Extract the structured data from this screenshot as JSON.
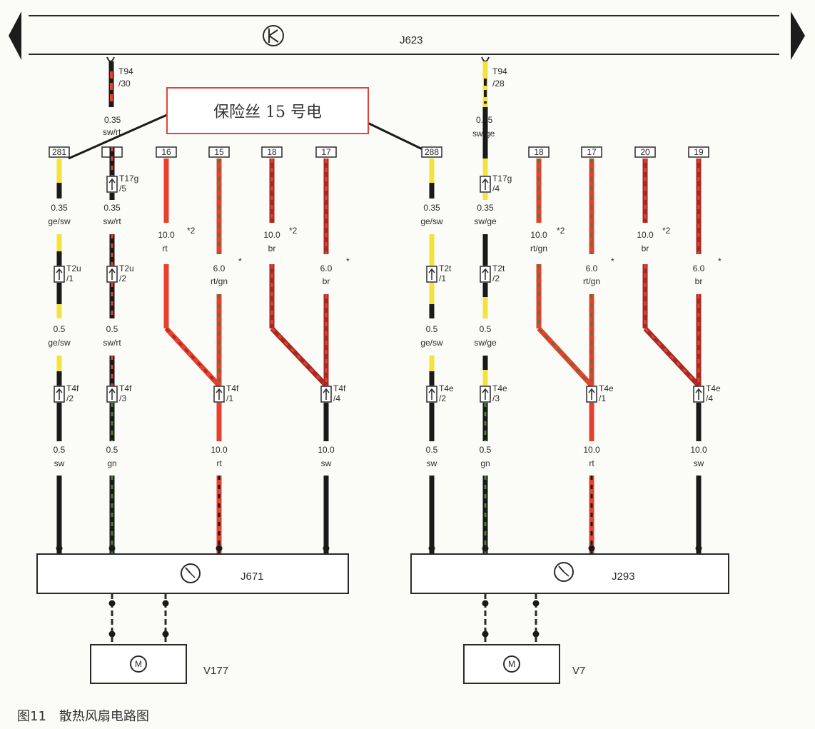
{
  "ecus": {
    "top": {
      "label": "J623"
    },
    "left": {
      "label": "J671"
    },
    "right": {
      "label": "J293"
    }
  },
  "motors": {
    "left": {
      "label": "V177",
      "symbol": "M"
    },
    "right": {
      "label": "V7",
      "symbol": "M"
    }
  },
  "callout": {
    "text": "保险丝 15 号电",
    "border_color": "#e0443a"
  },
  "caption": {
    "text": "图11　散热风扇电路图"
  },
  "top_connectors": [
    {
      "pin": "T94",
      "sub": "/30",
      "size": "0.35",
      "color": "sw/rt"
    },
    {
      "pin": "T94",
      "sub": "/28",
      "size": "0.35",
      "color": "sw/ge"
    }
  ],
  "terminals": [
    "281",
    "16",
    "15",
    "18",
    "17",
    "288",
    "18",
    "17",
    "20",
    "19"
  ],
  "wires": [
    {
      "id": "A",
      "s1": "0.35",
      "c1": "ge/sw",
      "conn": "T2u",
      "pin": "/1",
      "s2": "0.5",
      "c2": "ge/sw",
      "conn2": "T4f",
      "pin2": "/2",
      "s3": "0.5",
      "c3": "sw"
    },
    {
      "id": "B",
      "conn0": "T17g",
      "pin0": "/5",
      "s1": "0.35",
      "c1": "sw/rt",
      "conn": "T2u",
      "pin": "/2",
      "s2": "0.5",
      "c2": "sw/rt",
      "conn2": "T4f",
      "pin2": "/3",
      "s3": "0.5",
      "c3": "gn"
    },
    {
      "id": "C",
      "s1": "10.0",
      "c1": "rt",
      "note": "*2"
    },
    {
      "id": "D",
      "s1": "6.0",
      "c1": "rt/gn",
      "note": "*",
      "conn2": "T4f",
      "pin2": "/1",
      "s3": "10.0",
      "c3": "rt"
    },
    {
      "id": "E",
      "s1": "10.0",
      "c1": "br",
      "note": "*2"
    },
    {
      "id": "F",
      "s1": "6.0",
      "c1": "br",
      "note": "*",
      "conn2": "T4f",
      "pin2": "/4",
      "s3": "10.0",
      "c3": "sw"
    },
    {
      "id": "G",
      "s1": "0.35",
      "c1": "ge/sw",
      "conn": "T2t",
      "pin": "/1",
      "s2": "0.5",
      "c2": "ge/sw",
      "conn2": "T4e",
      "pin2": "/2",
      "s3": "0.5",
      "c3": "sw"
    },
    {
      "id": "H",
      "conn0": "T17g",
      "pin0": "/4",
      "s1": "0.35",
      "c1": "sw/ge",
      "conn": "T2t",
      "pin": "/2",
      "s2": "0.5",
      "c2": "sw/ge",
      "conn2": "T4e",
      "pin2": "/3",
      "s3": "0.5",
      "c3": "gn"
    },
    {
      "id": "I",
      "s1": "10.0",
      "c1": "rt/gn",
      "note": "*2"
    },
    {
      "id": "J",
      "s1": "6.0",
      "c1": "rt/gn",
      "note": "*",
      "conn2": "T4e",
      "pin2": "/1",
      "s3": "10.0",
      "c3": "rt"
    },
    {
      "id": "K",
      "s1": "10.0",
      "c1": "br",
      "note": "*2"
    },
    {
      "id": "L",
      "s1": "6.0",
      "c1": "br",
      "note": "*",
      "conn2": "T4e",
      "pin2": "/4",
      "s3": "10.0",
      "c3": "sw"
    }
  ],
  "colors": {
    "red": "#e8402e",
    "brown": "#a52a22",
    "black": "#1a1a1a",
    "yellow": "#f5e33a",
    "green": "#4f7a3a",
    "line": "#2a2a2a"
  }
}
